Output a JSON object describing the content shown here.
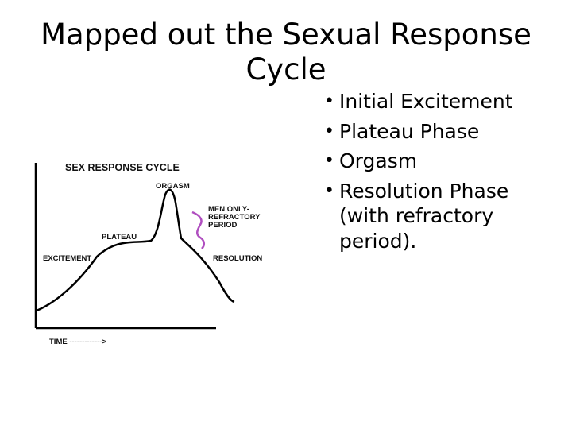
{
  "slide": {
    "title": "Mapped out the Sexual Response Cycle",
    "bullets": [
      "Initial Excitement",
      "Plateau Phase",
      "Orgasm",
      "Resolution Phase (with refractory period)."
    ]
  },
  "figure": {
    "title": "SEX RESPONSE CYCLE",
    "labels": {
      "orgasm": "ORGASM",
      "men_only_1": "MEN ONLY-",
      "men_only_2": "REFRACTORY",
      "men_only_3": "PERIOD",
      "plateau": "PLATEAU",
      "excitement": "EXCITEMENT",
      "resolution": "RESOLUTION",
      "time": "TIME ------------->"
    },
    "colors": {
      "curve": "#000000",
      "refractory": "#b04fc0"
    }
  }
}
